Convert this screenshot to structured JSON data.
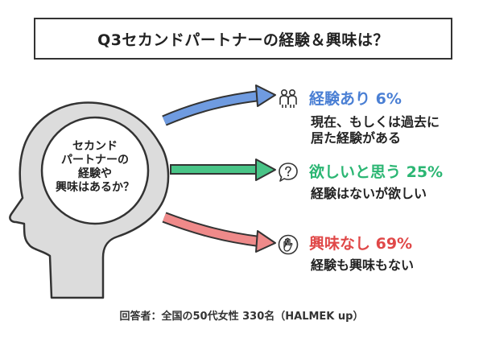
{
  "title": "Q3セカンドパートナーの経験＆興味は？",
  "head_text": {
    "lines": [
      "セカンド",
      "パートナーの",
      "経験や",
      "興味はあるか？"
    ]
  },
  "results": [
    {
      "title": "経験あり 6%",
      "desc": [
        "現在、もしくは過去に",
        "居た経験がある"
      ],
      "color": "#4a7fd4",
      "icon": "people-icon"
    },
    {
      "title": "欲しいと思う 25%",
      "desc": [
        "経験はないが欲しい"
      ],
      "color": "#2bb673",
      "icon": "question-bubble-icon"
    },
    {
      "title": "興味なし 69%",
      "desc": [
        "経験も興味もない"
      ],
      "color": "#e04848",
      "icon": "hand-stop-icon"
    }
  ],
  "source": "回答者：全国の50代女性 330名（HALMEK up）"
}
